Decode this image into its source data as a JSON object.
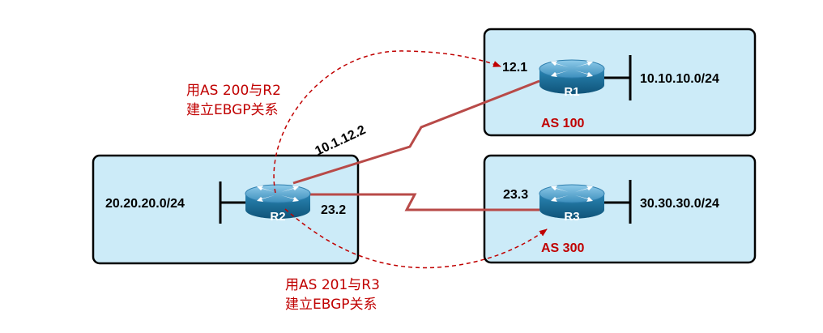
{
  "as_boxes": [
    {
      "id": "as100",
      "label": "AS 100"
    },
    {
      "id": "as300",
      "label": "AS 300"
    },
    {
      "id": "as_r2",
      "label": ""
    }
  ],
  "routers": [
    {
      "id": "r1",
      "name": "R1"
    },
    {
      "id": "r2",
      "name": "R2"
    },
    {
      "id": "r3",
      "name": "R3"
    }
  ],
  "networks": {
    "r1_lan": "10.10.10.0/24",
    "r2_lan": "20.20.20.0/24",
    "r3_lan": "30.30.30.0/24"
  },
  "interfaces": {
    "r1_if": "12.1",
    "r2_to_r1": "10.1.12.2",
    "r2_to_r3": "23.2",
    "r3_if": "23.3"
  },
  "peering_notes": {
    "top_line1": "用AS 200与R2",
    "top_line2": "建立EBGP关系",
    "bottom_line1": "用AS 201与R3",
    "bottom_line2": "建立EBGP关系"
  },
  "colors": {
    "box_fill": "#ccebf8",
    "box_stroke": "#000000",
    "link": "#b84a48",
    "session": "#c00000",
    "router_top": "#5ea8cf",
    "router_body": "#1d6f99"
  }
}
